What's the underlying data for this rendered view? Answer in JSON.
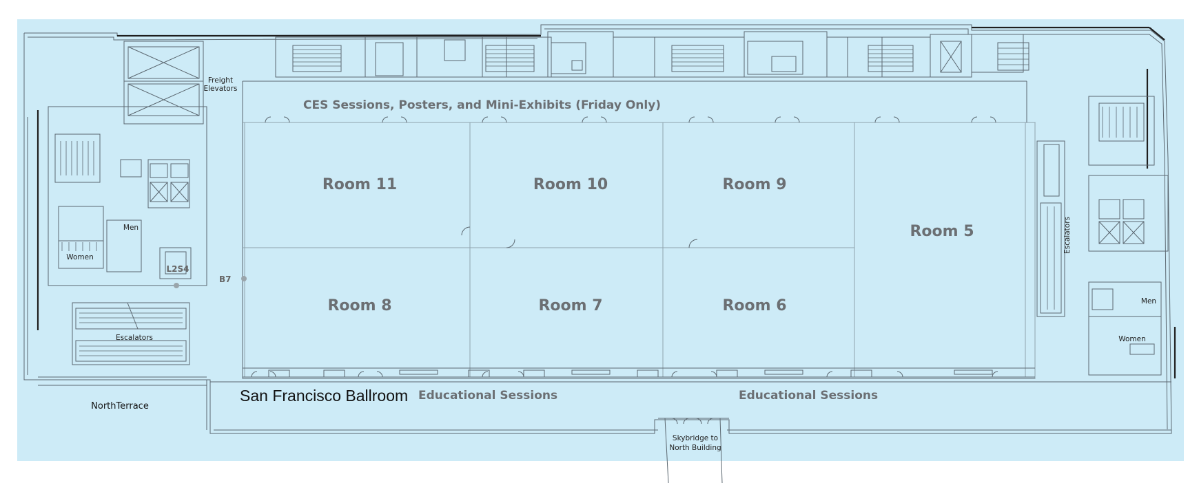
{
  "map": {
    "background_color": "#cdebf7",
    "rooms": [
      {
        "key": "room11",
        "label": "Room 11"
      },
      {
        "key": "room10",
        "label": "Room 10"
      },
      {
        "key": "room9",
        "label": "Room 9"
      },
      {
        "key": "room8",
        "label": "Room 8"
      },
      {
        "key": "room7",
        "label": "Room 7"
      },
      {
        "key": "room6",
        "label": "Room 6"
      },
      {
        "key": "room5",
        "label": "Room 5"
      }
    ],
    "labels": {
      "ces_sessions": "CES Sessions, Posters, and Mini-Exhibits (Friday Only)",
      "edu_left": "Educational Sessions",
      "edu_right": "Educational Sessions",
      "ballroom": "San Francisco Ballroom",
      "north_terrace": "NorthTerrace",
      "skybridge_line1": "Skybridge to",
      "skybridge_line2": "North Building",
      "freight_line1": "Freight",
      "freight_line2": "Elevators",
      "men_left": "Men",
      "women_left": "Women",
      "room_code": "L2S4",
      "b7": "B7",
      "escalators_left": "Escalators",
      "escalators_right": "Escalators",
      "men_right": "Men",
      "women_right": "Women"
    }
  }
}
